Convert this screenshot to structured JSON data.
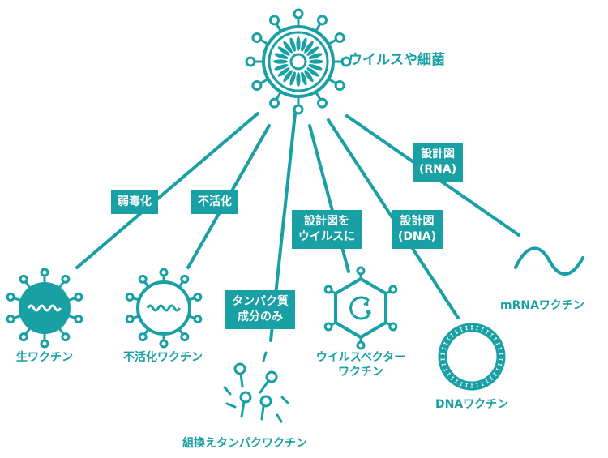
{
  "source": {
    "label": "ウイルスや細菌"
  },
  "methods": {
    "attenuate": "弱毒化",
    "inactivate": "不活化",
    "protein_only": [
      "タンパク質",
      "成分のみ"
    ],
    "blueprint_to_virus": [
      "設計図を",
      "ウイルスに"
    ],
    "blueprint_dna": [
      "設計図",
      "(DNA)"
    ],
    "blueprint_rna": [
      "設計図",
      "(RNA)"
    ]
  },
  "vaccines": {
    "live": "生ワクチン",
    "inactivated": "不活化ワクチン",
    "recombinant": "組換えタンパクワクチン",
    "viral_vector": [
      "ウイルスベクター",
      "ワクチン"
    ],
    "dna": "DNAワクチン",
    "mrna": "mRNAワクチン"
  },
  "colors": {
    "accent": "#18a0a4",
    "background": "#ffffff",
    "box_text": "#ffffff"
  }
}
